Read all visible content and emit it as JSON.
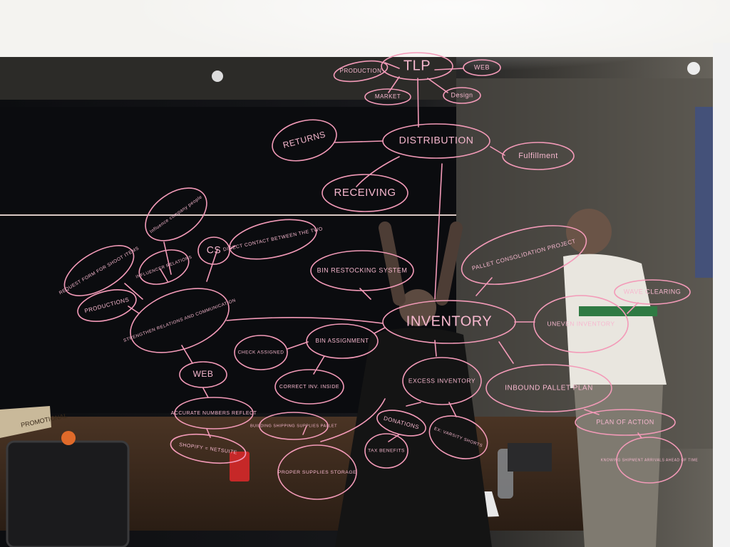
{
  "whiteboard": {
    "ink_color": "#f39ab8",
    "nodes": [
      {
        "id": "tlp",
        "text": "TLP"
      },
      {
        "id": "production",
        "text": "PRODUCTION"
      },
      {
        "id": "web_top",
        "text": "WEB"
      },
      {
        "id": "market",
        "text": "MARKET"
      },
      {
        "id": "design",
        "text": "Design"
      },
      {
        "id": "distribution",
        "text": "DISTRIBUTION"
      },
      {
        "id": "returns",
        "text": "RETURNS"
      },
      {
        "id": "fulfillment",
        "text": "Fulfillment"
      },
      {
        "id": "receiving",
        "text": "RECEIVING"
      },
      {
        "id": "influence",
        "text": "Influence company people"
      },
      {
        "id": "cs",
        "text": "CS"
      },
      {
        "id": "direct_contact",
        "text": "DIRECT CONTACT BETWEEN THE TWO"
      },
      {
        "id": "request_form",
        "text": "REQUEST FORM FOR SHOOT ITEMS"
      },
      {
        "id": "influencer_relations",
        "text": "INFLUENCER RELATIONS"
      },
      {
        "id": "productions",
        "text": "PRODUCTIONS"
      },
      {
        "id": "strengthen",
        "text": "STRENGTHEN RELATIONS AND COMMUNICATION"
      },
      {
        "id": "bin_restocking",
        "text": "BIN RESTOCKING SYSTEM"
      },
      {
        "id": "pallet_consolidation",
        "text": "PALLET CONSOLIDATION PROJECT"
      },
      {
        "id": "wave_clearing",
        "text": "WAVE CLEARING"
      },
      {
        "id": "inventory",
        "text": "INVENTORY"
      },
      {
        "id": "uneven_inventory",
        "text": "UNEVEN INVENTORY"
      },
      {
        "id": "bin_assignment",
        "text": "BIN ASSIGNMENT"
      },
      {
        "id": "check_assigned",
        "text": "CHECK ASSIGNED"
      },
      {
        "id": "correct_inv",
        "text": "CORRECT INV. INSIDE"
      },
      {
        "id": "excess_inventory",
        "text": "EXCESS INVENTORY"
      },
      {
        "id": "inbound_pallet",
        "text": "INBOUND PALLET PLAN"
      },
      {
        "id": "web_left",
        "text": "WEB"
      },
      {
        "id": "accurate_numbers",
        "text": "ACCURATE NUMBERS REFLECT"
      },
      {
        "id": "shopify",
        "text": "SHOPIFY = NETSUITE"
      },
      {
        "id": "building_shipping",
        "text": "BUILDING SHIPPING SUPPLIES PALLET"
      },
      {
        "id": "donations",
        "text": "DONATIONS"
      },
      {
        "id": "ex_varsity",
        "text": "EX: VARSITY SHORTS"
      },
      {
        "id": "plan_of_action",
        "text": "PLAN OF ACTION"
      },
      {
        "id": "tax_benefits",
        "text": "TAX BENEFITS"
      },
      {
        "id": "proper_supplies",
        "text": "PROPER SUPPLIES STORAGE"
      },
      {
        "id": "knowing_shipment",
        "text": "KNOWING SHIPMENT ARRIVALS AHEAD OF TIME"
      }
    ],
    "background_box_text": "PROMOTIONAL"
  }
}
